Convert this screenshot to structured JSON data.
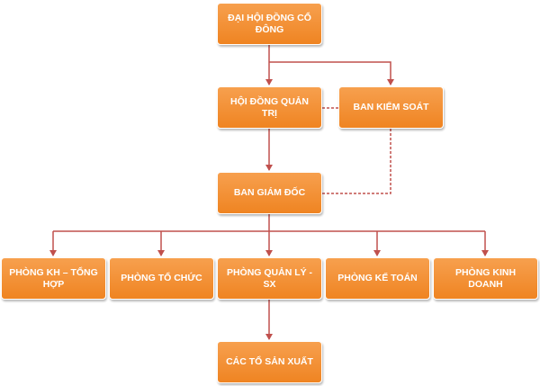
{
  "nodes": {
    "dai_hoi_dong_co_dong": "ĐẠI HỘI ĐỒNG CỔ ĐÔNG",
    "hoi_dong_quan_tri": "HỘI ĐỒNG QUẢN TRỊ",
    "ban_kiem_soat": "BAN KIỂM SOÁT",
    "ban_giam_doc": "BAN GIÁM ĐỐC",
    "phong_kh_tong_hop": "PHÒNG KH – TỔNG HỢP",
    "phong_to_chuc": "PHÒNG TỔ CHỨC",
    "phong_quan_ly_sx": "PHÒNG QUẢN LÝ - SX",
    "phong_ke_toan": "PHÒNG KẾ TOÁN",
    "phong_kinh_doanh": "PHÒNG KINH DOANH",
    "cac_to_san_xuat": "CÁC TỔ SẢN XUẤT"
  },
  "colors": {
    "box": "#f08a2a",
    "line": "#c0504d",
    "text": "#ffffff"
  }
}
